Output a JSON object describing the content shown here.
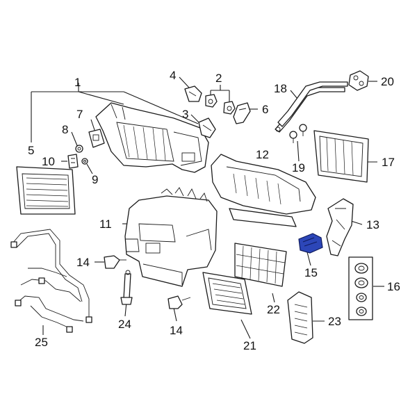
{
  "callouts": [
    {
      "id": "c1",
      "label": "1"
    },
    {
      "id": "c2",
      "label": "2"
    },
    {
      "id": "c3",
      "label": "3"
    },
    {
      "id": "c4",
      "label": "4"
    },
    {
      "id": "c5",
      "label": "5"
    },
    {
      "id": "c6",
      "label": "6"
    },
    {
      "id": "c7",
      "label": "7"
    },
    {
      "id": "c8",
      "label": "8"
    },
    {
      "id": "c9",
      "label": "9"
    },
    {
      "id": "c10",
      "label": "10"
    },
    {
      "id": "c11",
      "label": "11"
    },
    {
      "id": "c12",
      "label": "12"
    },
    {
      "id": "c13",
      "label": "13"
    },
    {
      "id": "c14a",
      "label": "14"
    },
    {
      "id": "c14b",
      "label": "14"
    },
    {
      "id": "c15",
      "label": "15"
    },
    {
      "id": "c16",
      "label": "16"
    },
    {
      "id": "c17",
      "label": "17"
    },
    {
      "id": "c18",
      "label": "18"
    },
    {
      "id": "c19",
      "label": "19"
    },
    {
      "id": "c20",
      "label": "20"
    },
    {
      "id": "c21",
      "label": "21"
    },
    {
      "id": "c22",
      "label": "22"
    },
    {
      "id": "c23",
      "label": "23"
    },
    {
      "id": "c24",
      "label": "24"
    },
    {
      "id": "c25",
      "label": "25"
    }
  ],
  "colors": {
    "highlight": "#2c46b8",
    "line": "#1a1a1a",
    "background": "#ffffff"
  }
}
